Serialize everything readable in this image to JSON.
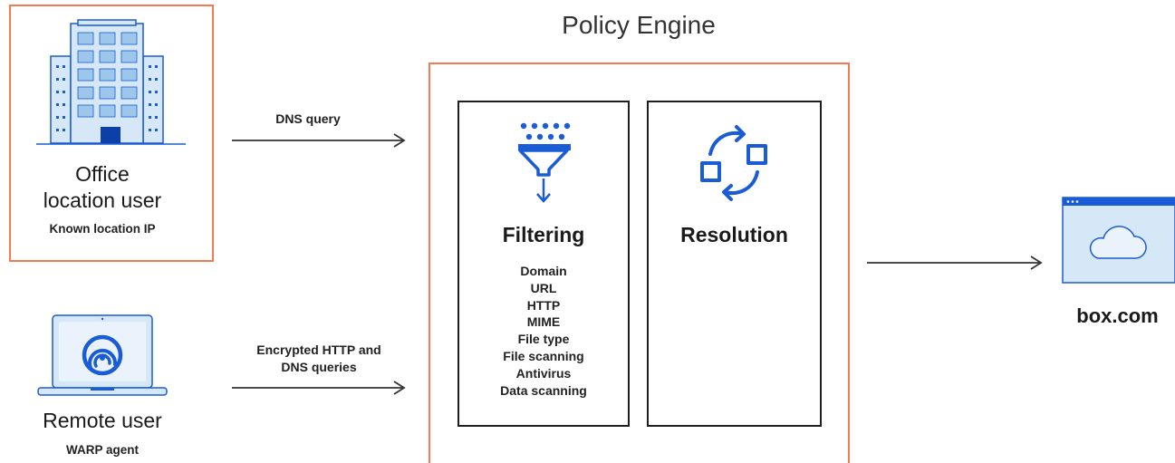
{
  "office": {
    "title_line1": "Office",
    "title_line2": "location user",
    "subtitle": "Known location IP",
    "icon": "office-building-icon"
  },
  "remote": {
    "title": "Remote user",
    "subtitle": "WARP agent",
    "icon": "laptop-warp-icon"
  },
  "arrows": {
    "dns_label": "DNS query",
    "encrypted_label_line1": "Encrypted HTTP and",
    "encrypted_label_line2": "DNS queries"
  },
  "policy_engine": {
    "title": "Policy Engine",
    "filtering": {
      "title": "Filtering",
      "icon": "funnel-filter-icon",
      "items": [
        "Domain",
        "URL",
        "HTTP",
        "MIME",
        "File type",
        "File scanning",
        "Antivirus",
        "Data scanning"
      ]
    },
    "resolution": {
      "title": "Resolution",
      "icon": "resolution-cycle-icon"
    }
  },
  "destination": {
    "label": "box.com",
    "icon": "browser-cloud-icon"
  },
  "colors": {
    "accent_orange": "#f47b4f",
    "icon_blue": "#1a5bd6",
    "light_blue": "#d6e8f7"
  }
}
